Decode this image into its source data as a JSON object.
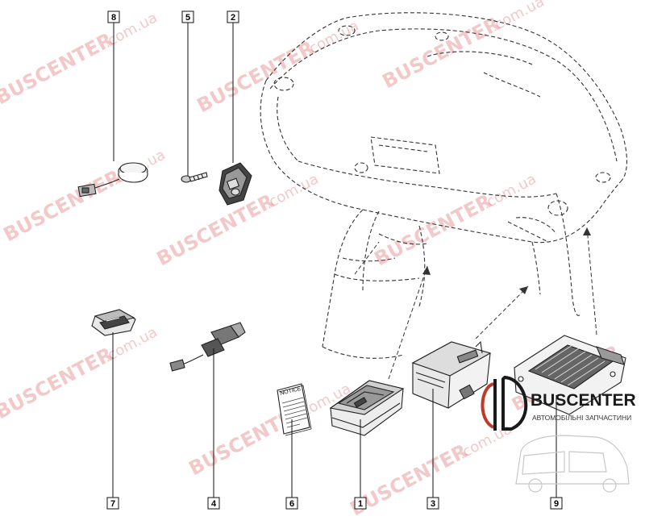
{
  "callouts": [
    "8",
    "5",
    "2",
    "7",
    "4",
    "6",
    "1",
    "3",
    "9"
  ],
  "notice_label": "NOTICE",
  "watermark": {
    "brand": "BUSCENTER",
    "domain": ".com.ua"
  },
  "logo": {
    "name": "BUSCENTER",
    "tagline": "АВТОМОБІЛЬНІ ЗАПЧАСТИНИ"
  }
}
